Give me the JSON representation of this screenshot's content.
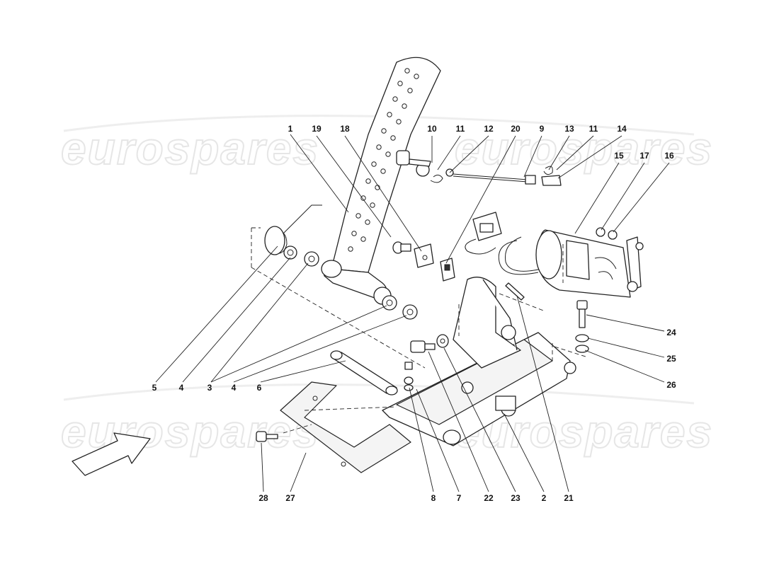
{
  "watermark": {
    "text": "eurospares"
  },
  "callouts": [
    {
      "id": "c1",
      "text": "1"
    },
    {
      "id": "c19",
      "text": "19"
    },
    {
      "id": "c18",
      "text": "18"
    },
    {
      "id": "c10",
      "text": "10"
    },
    {
      "id": "c11a",
      "text": "11"
    },
    {
      "id": "c12",
      "text": "12"
    },
    {
      "id": "c20",
      "text": "20"
    },
    {
      "id": "c9",
      "text": "9"
    },
    {
      "id": "c13",
      "text": "13"
    },
    {
      "id": "c11b",
      "text": "11"
    },
    {
      "id": "c14",
      "text": "14"
    },
    {
      "id": "c15",
      "text": "15"
    },
    {
      "id": "c17",
      "text": "17"
    },
    {
      "id": "c16",
      "text": "16"
    },
    {
      "id": "c24",
      "text": "24"
    },
    {
      "id": "c25",
      "text": "25"
    },
    {
      "id": "c26",
      "text": "26"
    },
    {
      "id": "c5",
      "text": "5"
    },
    {
      "id": "c4a",
      "text": "4"
    },
    {
      "id": "c3",
      "text": "3"
    },
    {
      "id": "c4b",
      "text": "4"
    },
    {
      "id": "c6",
      "text": "6"
    },
    {
      "id": "c28",
      "text": "28"
    },
    {
      "id": "c27",
      "text": "27"
    },
    {
      "id": "c8",
      "text": "8"
    },
    {
      "id": "c7",
      "text": "7"
    },
    {
      "id": "c22",
      "text": "22"
    },
    {
      "id": "c23",
      "text": "23"
    },
    {
      "id": "c2",
      "text": "2"
    },
    {
      "id": "c21",
      "text": "21"
    }
  ],
  "direction_arrow": {
    "icon": "arrow-right-icon"
  }
}
